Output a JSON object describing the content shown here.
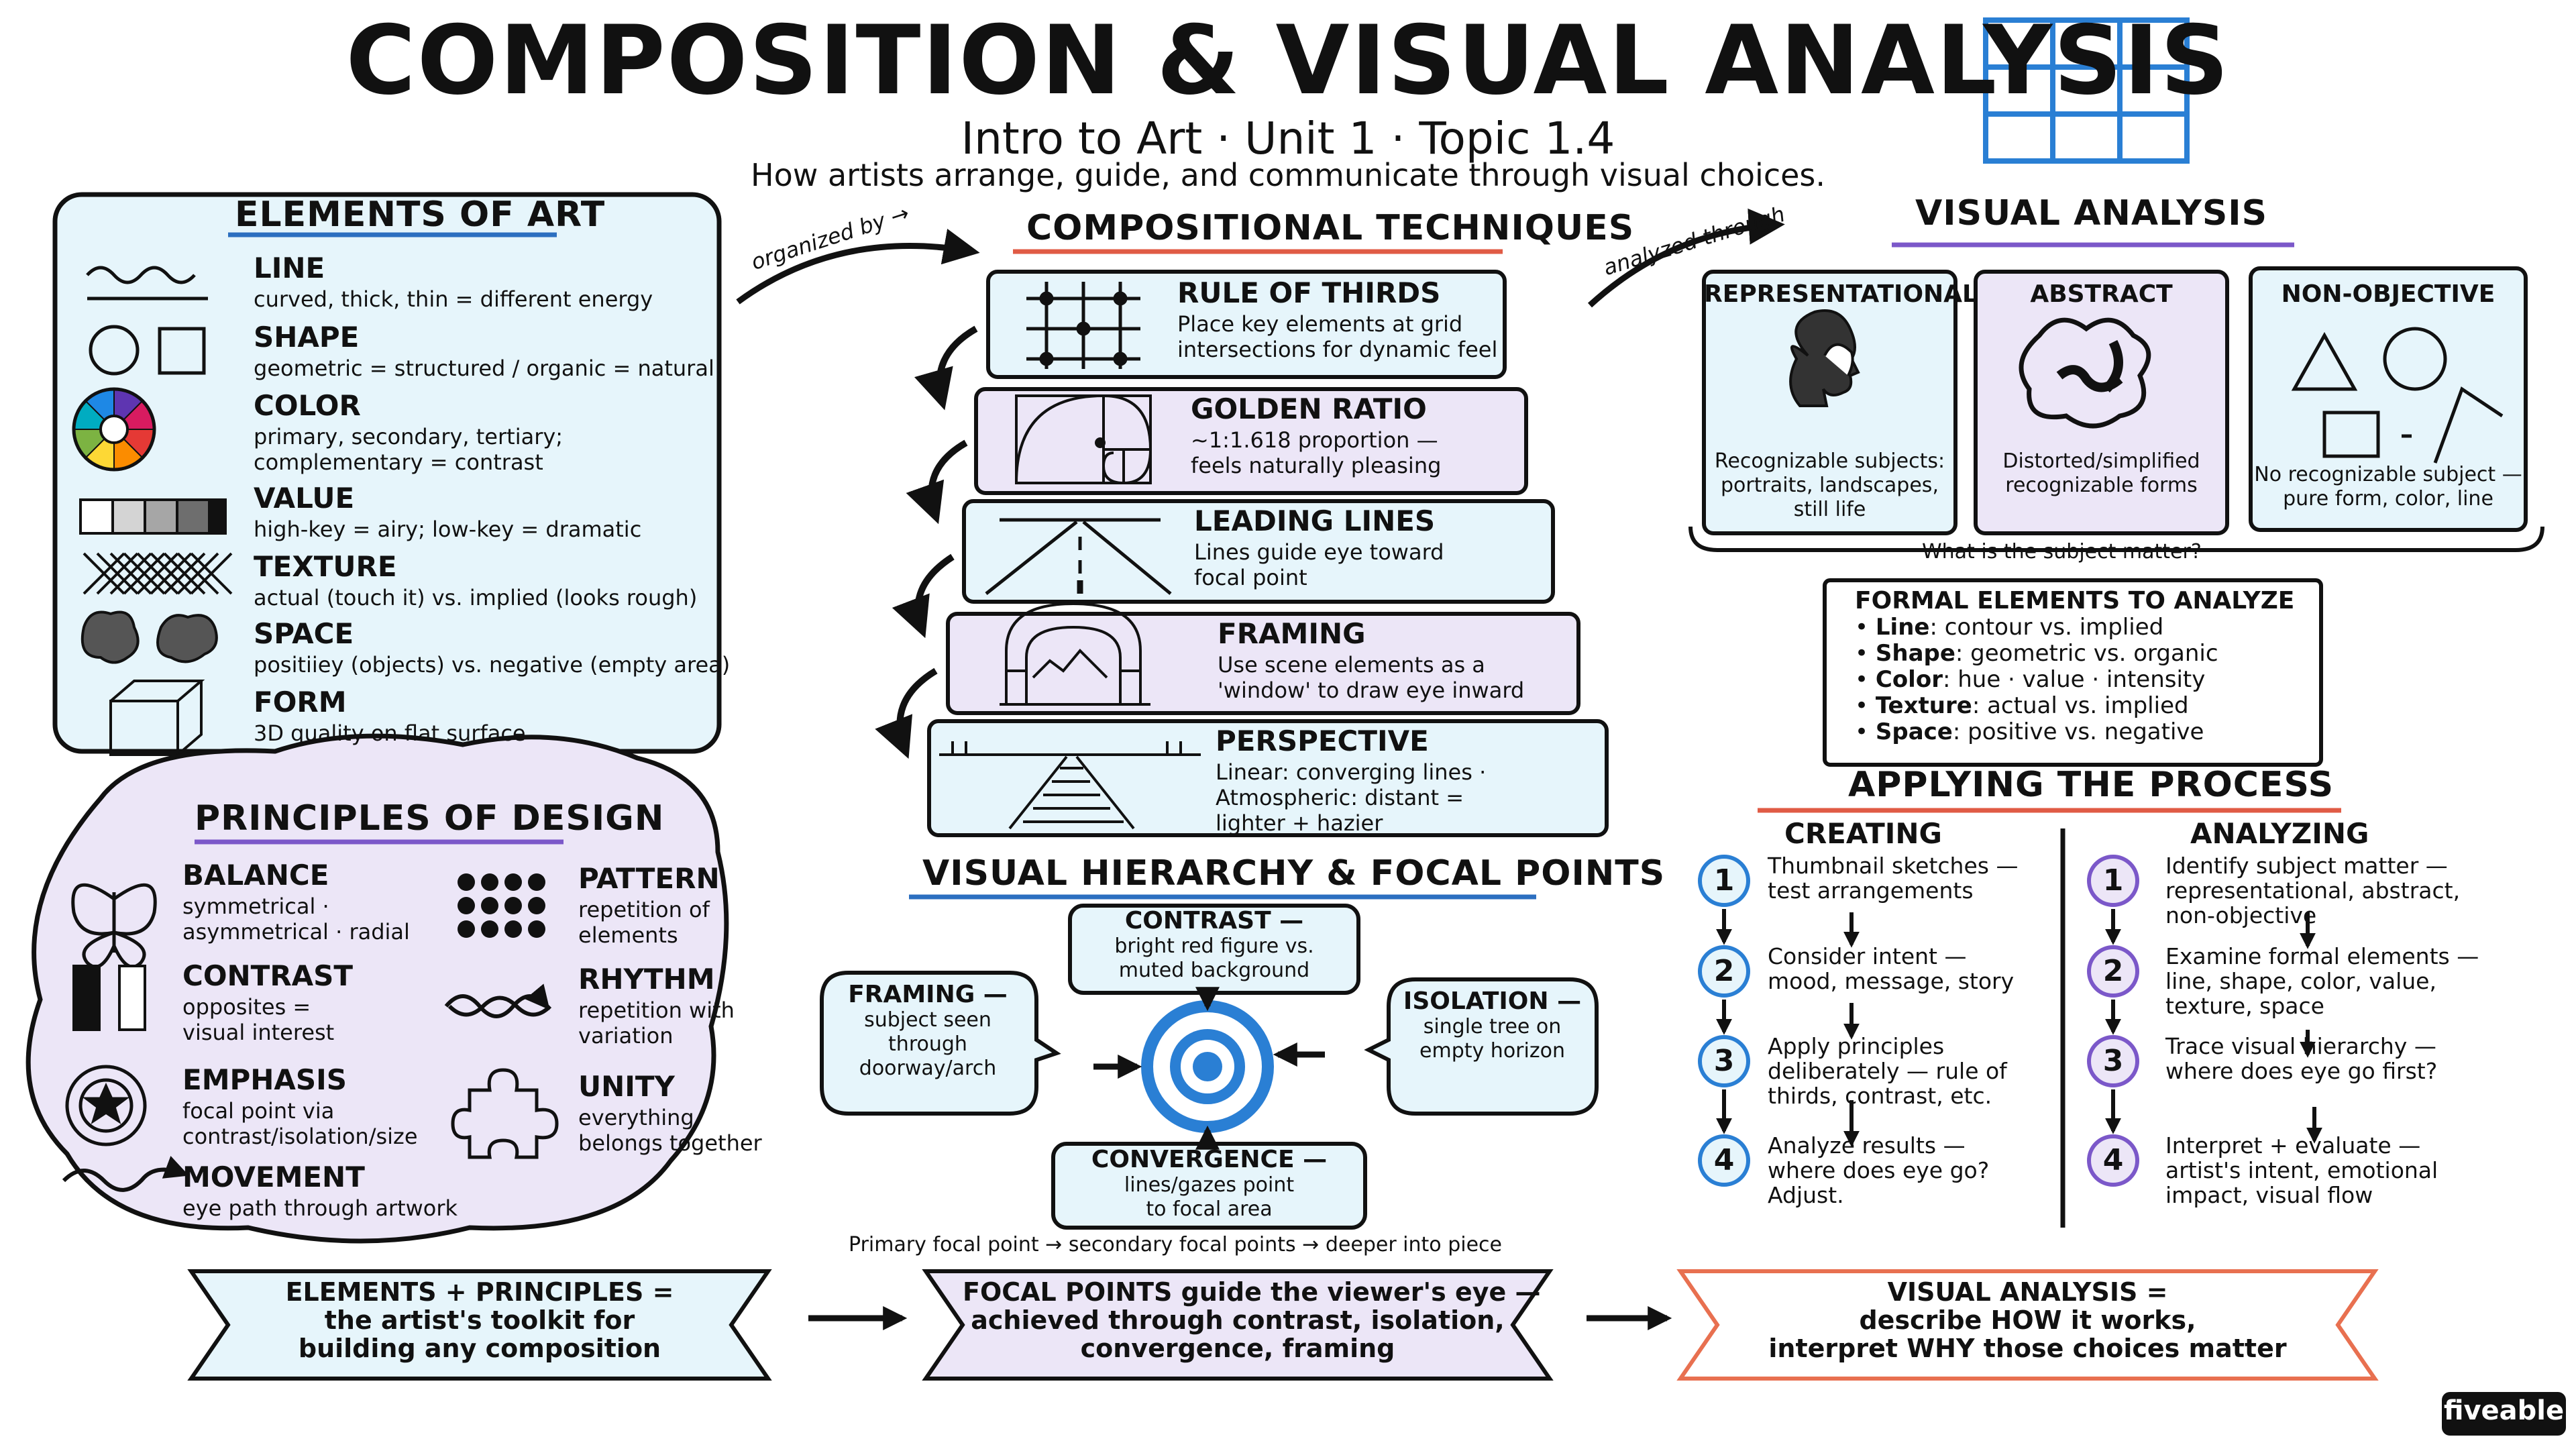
{
  "header": {
    "title": "COMPOSITION & VISUAL ANALYSIS",
    "subtitle": "Intro to Art · Unit 1 · Topic 1.4",
    "tagline": "How artists arrange, guide, and communicate through visual choices."
  },
  "elements": {
    "title": "ELEMENTS OF ART",
    "items": [
      {
        "label": "LINE",
        "desc": "curved, thick, thin = different energy",
        "icon": "wavy-line-icon"
      },
      {
        "label": "SHAPE",
        "desc": "geometric = structured / organic = natural",
        "icon": "circle-square-icon"
      },
      {
        "label": "COLOR",
        "desc": "primary, secondary, tertiary;",
        "desc2": "complementary = contrast",
        "icon": "color-wheel-icon"
      },
      {
        "label": "VALUE",
        "desc": "high-key = airy;  low-key = dramatic",
        "icon": "value-scale-icon"
      },
      {
        "label": "TEXTURE",
        "desc": "actual (touch it) vs. implied (looks rough)",
        "icon": "crosshatch-icon"
      },
      {
        "label": "SPACE",
        "desc": "positiiey (objects) vs. negative (empty area)",
        "icon": "blob-shapes-icon"
      },
      {
        "label": "FORM",
        "desc": "3D quality on flat surface",
        "icon": "cube-icon"
      }
    ]
  },
  "principles": {
    "title": "PRINCIPLES OF DESIGN",
    "left": [
      {
        "label": "BALANCE",
        "desc": "symmetrical ·",
        "desc2": "asymmetrical · radial",
        "icon": "butterfly-icon"
      },
      {
        "label": "CONTRAST",
        "desc": "opposites =",
        "desc2": "visual interest",
        "icon": "black-white-bars-icon"
      },
      {
        "label": "EMPHASIS",
        "desc": "focal point via",
        "desc2": "contrast/isolation/size",
        "icon": "star-target-icon"
      },
      {
        "label": "MOVEMENT",
        "desc": "eye path through artwork",
        "icon": "curvy-arrow-icon"
      }
    ],
    "right": [
      {
        "label": "PATTERN",
        "desc": "repetition of",
        "desc2": "elements",
        "icon": "dot-grid-icon"
      },
      {
        "label": "RHYTHM",
        "desc": "repetition with",
        "desc2": "variation",
        "icon": "wave-arrow-icon"
      },
      {
        "label": "UNITY",
        "desc": "everything",
        "desc2": "belongs together",
        "icon": "puzzle-icon"
      }
    ]
  },
  "arrows": {
    "organized_by": "organized by →",
    "analyzed_through": "analyzed through"
  },
  "techniques": {
    "title": "COMPOSITIONAL TECHNIQUES",
    "items": [
      {
        "label": "RULE OF THIRDS",
        "desc": "Place key elements at grid",
        "desc2": "intersections for dynamic feel",
        "desc3": "",
        "icon": "grid-icon"
      },
      {
        "label": "GOLDEN RATIO",
        "desc": "~1:1.618 proportion —",
        "desc2": "feels naturally pleasing",
        "desc3": "",
        "icon": "golden-spiral-icon"
      },
      {
        "label": "LEADING LINES",
        "desc": "Lines guide eye toward",
        "desc2": "focal point",
        "desc3": "",
        "icon": "road-icon"
      },
      {
        "label": "FRAMING",
        "desc": "Use scene elements as a",
        "desc2": "'window' to draw eye inward",
        "desc3": "",
        "icon": "arch-icon"
      },
      {
        "label": "PERSPECTIVE",
        "desc": "Linear: converging lines ·",
        "desc2": "Atmospheric:  distant =",
        "desc3": "lighter + hazier",
        "icon": "railroad-icon"
      }
    ]
  },
  "hierarchy": {
    "title": "VISUAL HIERARCHY & FOCAL POINTS",
    "contrast": {
      "title": "CONTRAST —",
      "l1": "bright red figure vs.",
      "l2": "muted background"
    },
    "framing": {
      "title": "FRAMING —",
      "l1": "subject seen",
      "l2": "through",
      "l3": "doorway/arch"
    },
    "isolation": {
      "title": "ISOLATION —",
      "l1": "single tree on",
      "l2": "empty horizon"
    },
    "convergence": {
      "title": "CONVERGENCE —",
      "l1": "lines/gazes point",
      "l2": "to focal area"
    },
    "footer": "Primary focal point → secondary focal points → deeper into piece"
  },
  "analysis": {
    "title": "VISUAL ANALYSIS",
    "types": [
      {
        "title": "REPRESENTATIONAL",
        "l1": "Recognizable subjects:",
        "l2": "portraits, landscapes,",
        "l3": "still life",
        "icon": "portrait-icon"
      },
      {
        "title": "ABSTRACT",
        "l1": "Distorted/simplified",
        "l2": "recognizable forms",
        "l3": "",
        "icon": "abstract-blob-icon"
      },
      {
        "title": "NON-OBJECTIVE",
        "l1": "No recognizable subject —",
        "l2": "pure form, color, line",
        "l3": "",
        "icon": "shapes-icon"
      }
    ],
    "question": "What is the subject matter?"
  },
  "formal": {
    "title": "FORMAL ELEMENTS TO ANALYZE",
    "items": [
      {
        "k": "Line",
        "v": ": contour vs. implied"
      },
      {
        "k": "Shape",
        "v": ": geometric vs. organic"
      },
      {
        "k": "Color",
        "v": ": hue · value · intensity"
      },
      {
        "k": "Texture",
        "v": ": actual vs. implied"
      },
      {
        "k": "Space",
        "v": ": positive vs. negative"
      }
    ]
  },
  "process": {
    "title": "APPLYING THE PROCESS",
    "creating": {
      "title": "CREATING",
      "steps": [
        {
          "n": "1",
          "l1": "Thumbnail sketches —",
          "l2": "test arrangements",
          "l3": ""
        },
        {
          "n": "2",
          "l1": "Consider intent —",
          "l2": "mood, message, story",
          "l3": ""
        },
        {
          "n": "3",
          "l1": "Apply principles",
          "l2": "deliberately — rule of",
          "l3": "thirds, contrast, etc."
        },
        {
          "n": "4",
          "l1": "Analyze results —",
          "l2": "where does eye go?",
          "l3": "Adjust."
        }
      ]
    },
    "analyzing": {
      "title": "ANALYZING",
      "steps": [
        {
          "n": "1",
          "l1": "Identify subject matter —",
          "l2": "representational, abstract,",
          "l3": "non-objective"
        },
        {
          "n": "2",
          "l1": "Examine formal elements —",
          "l2": "line, shape, color, value,",
          "l3": "texture, space"
        },
        {
          "n": "3",
          "l1": "Trace visual hierarchy —",
          "l2": "where does eye go first?",
          "l3": ""
        },
        {
          "n": "4",
          "l1": "Interpret + evaluate —",
          "l2": "artist's intent, emotional",
          "l3": "impact, visual flow"
        }
      ]
    }
  },
  "banners": [
    {
      "l1": "ELEMENTS + PRINCIPLES =",
      "l2": "the artist's toolkit for",
      "l3": "building any composition"
    },
    {
      "l1": "FOCAL POINTS guide the viewer's eye —",
      "l2": "achieved through contrast, isolation,",
      "l3": "convergence, framing"
    },
    {
      "l1": "VISUAL ANALYSIS =",
      "l2": "describe HOW it works,",
      "l3": "interpret WHY those choices matter"
    }
  ],
  "logo": "fiveable",
  "colors": {
    "ink": "#111111",
    "light_blue": "#e6f5fb",
    "lavender": "#ece6f7",
    "red_line": "#e05b45",
    "blue_line": "#2c6fc0",
    "purple_line": "#7b58c9",
    "blue_accent": "#2a7fd4",
    "red_banner": "#e87050"
  }
}
